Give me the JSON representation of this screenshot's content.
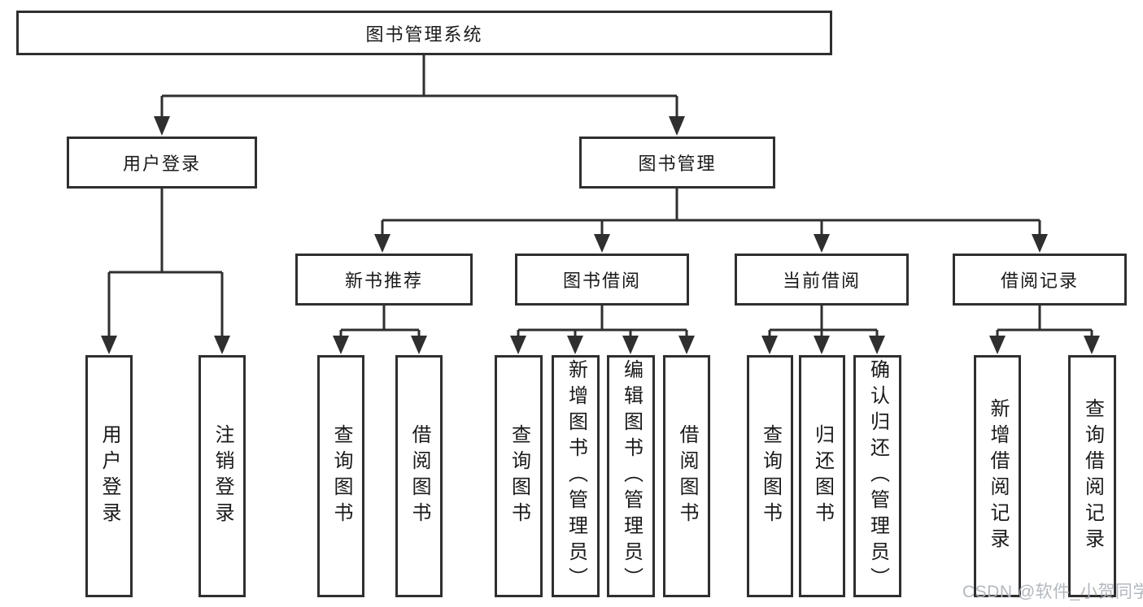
{
  "diagram_title": "图书管理系统",
  "tree": {
    "root": {
      "label": "图书管理系统"
    },
    "branches": [
      {
        "label": "用户登录",
        "children": [
          {
            "label": "用户登录"
          },
          {
            "label": "注销登录"
          }
        ]
      },
      {
        "label": "图书管理",
        "groups": [
          {
            "label": "新书推荐",
            "children": [
              {
                "label": "查询图书"
              },
              {
                "label": "借阅图书"
              }
            ]
          },
          {
            "label": "图书借阅",
            "children": [
              {
                "label": "查询图书"
              },
              {
                "label": "新增图书（管理员）"
              },
              {
                "label": "编辑图书（管理员）"
              },
              {
                "label": "借阅图书"
              }
            ]
          },
          {
            "label": "当前借阅",
            "children": [
              {
                "label": "查询图书"
              },
              {
                "label": "归还图书"
              },
              {
                "label": "确认归还（管理员）"
              }
            ]
          },
          {
            "label": "借阅记录",
            "children": [
              {
                "label": "新增借阅记录"
              },
              {
                "label": "查询借阅记录"
              }
            ]
          }
        ]
      }
    ]
  },
  "watermark": {
    "text": "CSDN @软件_小贺同学"
  },
  "colors": {
    "line": "#2f2f2f",
    "text": "#1a1a1a",
    "watermark": "#adb4bc",
    "background": "#ffffff"
  }
}
